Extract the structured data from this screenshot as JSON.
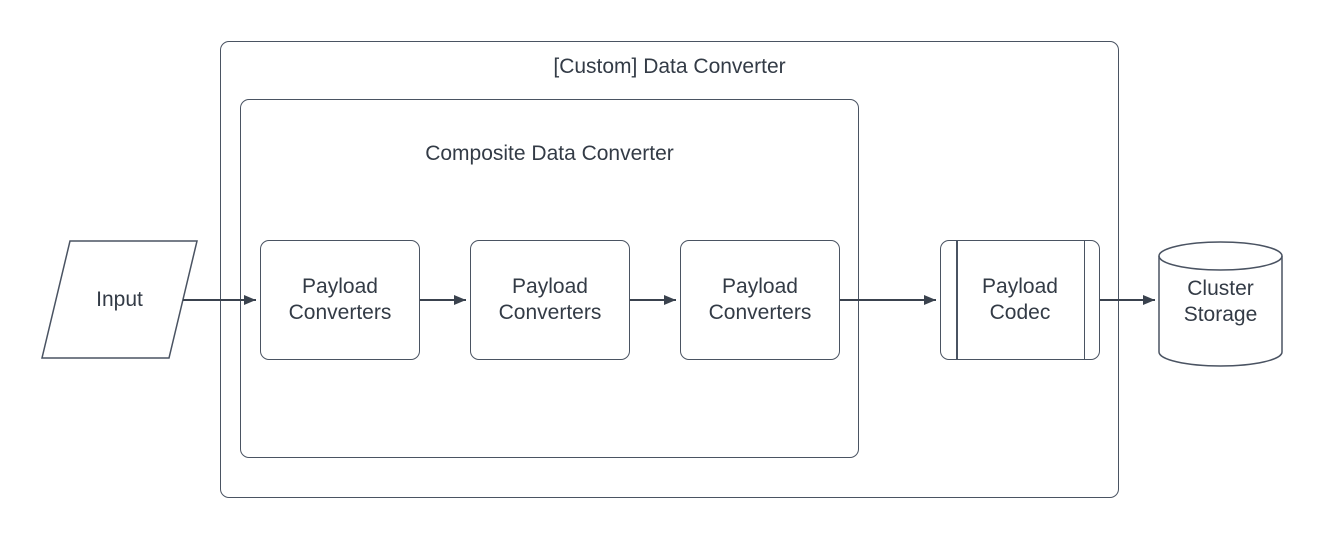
{
  "colors": {
    "bg": "#ffffff",
    "stroke": "#4a5362",
    "arrow": "#3a424e",
    "text": "#333b46"
  },
  "groups": {
    "outer": {
      "label": "[Custom] Data Converter"
    },
    "inner": {
      "label": "Composite Data Converter"
    }
  },
  "nodes": {
    "input": {
      "label": "Input",
      "shape": "parallelogram"
    },
    "converter1": {
      "label": "Payload Converters",
      "shape": "rounded-rectangle"
    },
    "converter2": {
      "label": "Payload Converters",
      "shape": "rounded-rectangle"
    },
    "converter3": {
      "label": "Payload Converters",
      "shape": "rounded-rectangle"
    },
    "codec": {
      "label": "Payload Codec",
      "shape": "predefined-process"
    },
    "storage": {
      "label": "Cluster Storage",
      "shape": "cylinder"
    }
  },
  "flow": [
    "input",
    "converter1",
    "converter2",
    "converter3",
    "codec",
    "storage"
  ]
}
